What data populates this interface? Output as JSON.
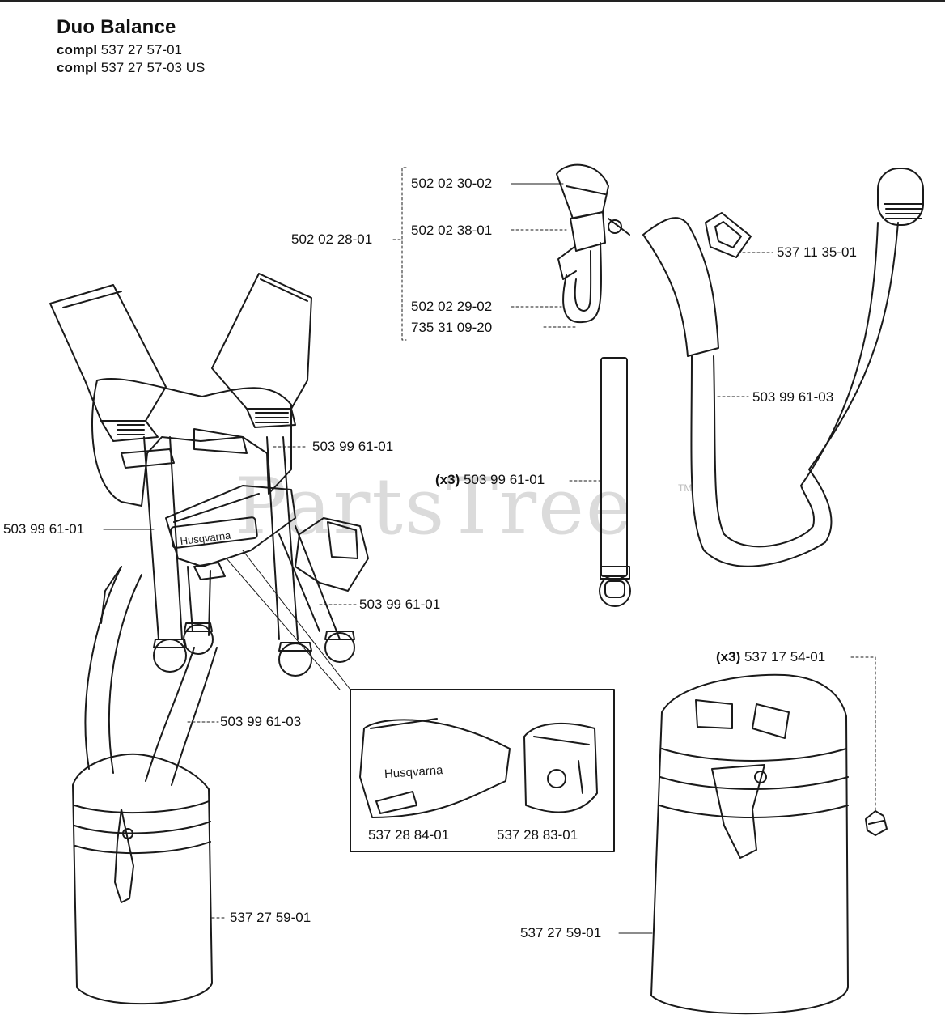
{
  "header": {
    "title": "Duo Balance",
    "compl_word": "compl",
    "compl_1": "537 27 57-01",
    "compl_2": "537 27 57-03 US"
  },
  "watermark": {
    "text": "PartsTree",
    "tm": "TM"
  },
  "brand_logo_text": "Husqvarna",
  "labels": {
    "p_502_02_30_02": "502 02 30-02",
    "p_502_02_38_01": "502 02 38-01",
    "p_502_02_28_01": "502 02 28-01",
    "p_502_02_29_02": "502 02 29-02",
    "p_735_31_09_20": "735 31 09-20",
    "p_537_11_35_01": "537 11 35-01",
    "p_503_99_61_03_right": "503 99 61-03",
    "p_503_99_61_01_a": "503 99 61-01",
    "qty_x3_a": "(x3)",
    "p_503_99_61_01_b": "503 99 61-01",
    "p_503_99_61_01_c": "503 99 61-01",
    "p_503_99_61_01_d": "503 99 61-01",
    "p_503_99_61_03_left": "503 99 61-03",
    "qty_x3_b": "(x3)",
    "p_537_17_54_01": "537 17 54-01",
    "p_537_28_84_01": "537 28 84-01",
    "p_537_28_83_01": "537 28 83-01",
    "p_537_27_59_01_left": "537 27 59-01",
    "p_537_27_59_01_right": "537 27 59-01"
  }
}
